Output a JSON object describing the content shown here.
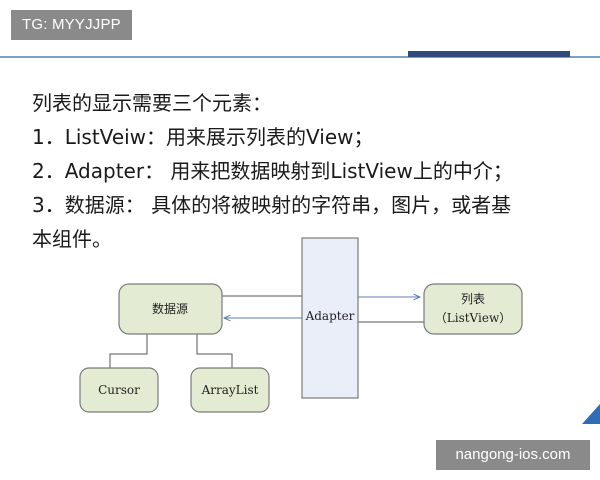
{
  "badge": {
    "tg": "TG: MYYJJPP"
  },
  "content": {
    "lines": [
      "列表的显示需要三个元素：",
      "1．ListVeiw：用来展示列表的View；",
      "2．Adapter： 用来把数据映射到ListView上的中介；",
      "3．数据源： 具体的将被映射的字符串，图片，或者基",
      "本组件。"
    ]
  },
  "diagram": {
    "data_source": "数据源",
    "adapter": "Adapter",
    "list_line1": "列表",
    "list_line2": "（ListView）",
    "cursor": "Cursor",
    "arraylist": "ArrayList"
  },
  "watermark": {
    "text": "nangong-ios.com"
  },
  "colors": {
    "accent_blue": "#2f4b7c",
    "node_green": "#e3ecd2",
    "adapter_fill": "#e9eef8",
    "badge_gray": "#8a8a8a"
  }
}
